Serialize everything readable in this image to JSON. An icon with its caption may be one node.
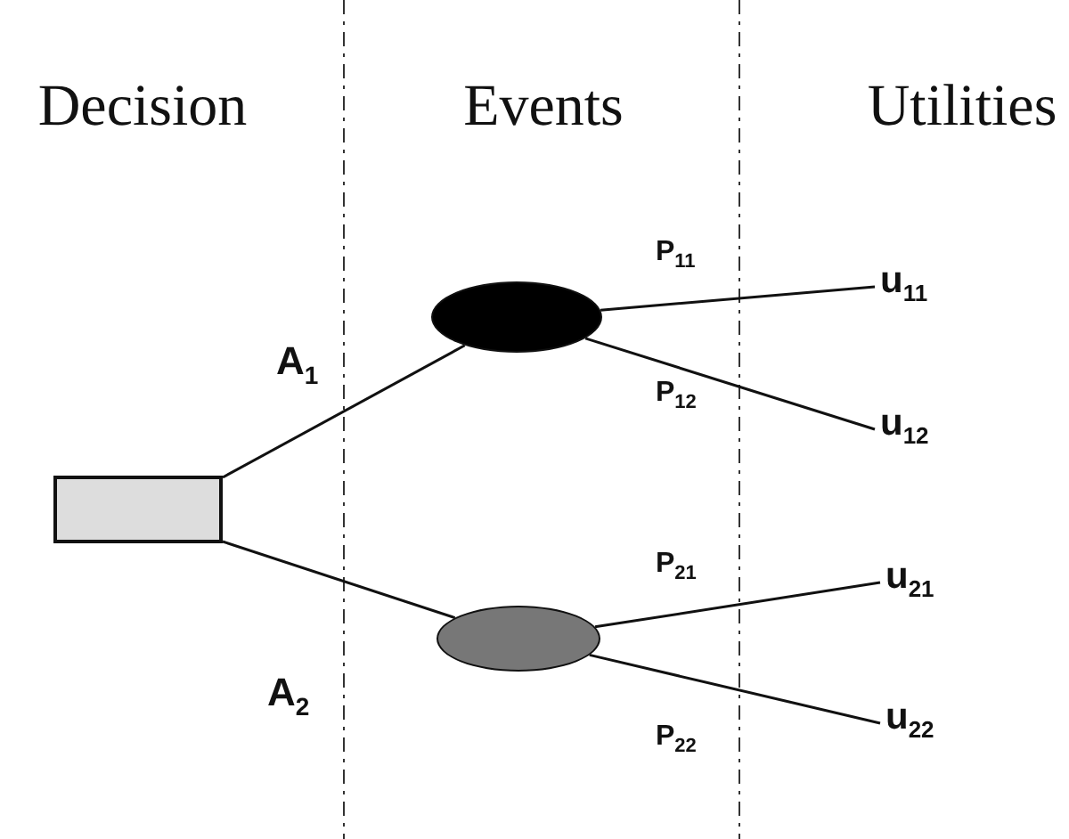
{
  "diagram": {
    "nodes": [
      {
        "text": [],
        "shape": "box"
      },
      {
        "text": [],
        "shape": "circle"
      },
      {
        "text": [],
        "shape": "circle"
      },
      {
        "text": [
          "u$_{11}$"
        ]
      },
      {
        "text": [
          "u$_{12}$"
        ]
      },
      {
        "text": [
          "u$_{21}$"
        ]
      },
      {
        "text": [
          "u$_{22}$"
        ]
      }
    ],
    "edges": [
      {
        "from": 0,
        "to": 1,
        "arrow": "none",
        "label": "A$_{1}$"
      },
      {
        "from": 0,
        "to": 2,
        "arrow": "none",
        "label": "A$_{2}$"
      },
      {
        "from": 1,
        "to": 3,
        "arrow": "none",
        "label": "P$_{11}$"
      },
      {
        "from": 1,
        "to": 4,
        "arrow": "none",
        "label": "P$_{12}$"
      },
      {
        "from": 2,
        "to": 5,
        "arrow": "none",
        "label": "P$_{21}$"
      },
      {
        "from": 2,
        "to": 6,
        "arrow": "none",
        "label": "P$_{22}$"
      }
    ],
    "labels": [
      "Decision",
      "Events",
      "Utilities"
    ]
  }
}
